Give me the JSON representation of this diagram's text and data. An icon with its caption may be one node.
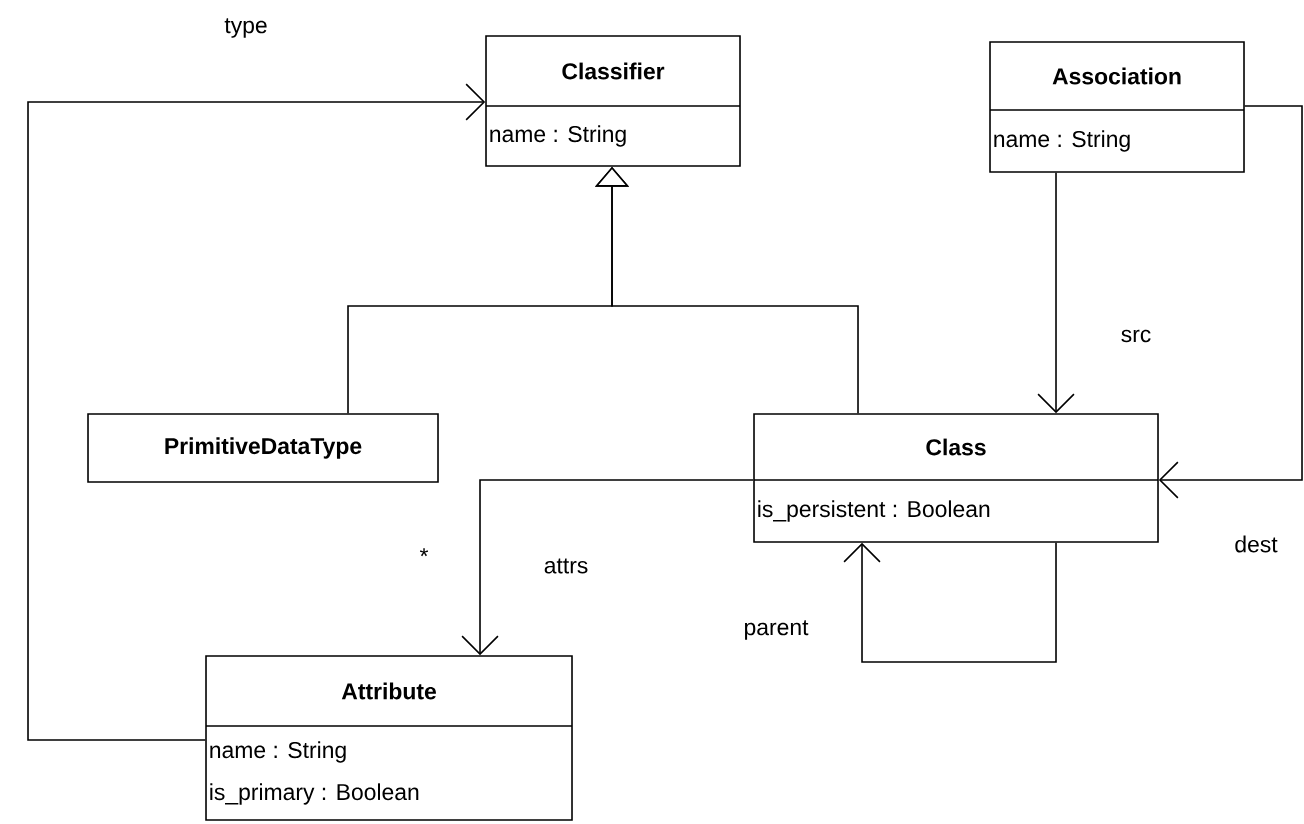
{
  "diagram": {
    "nodes": [
      {
        "text": [
          "Classifier",
          "name : String"
        ]
      },
      {
        "text": [
          "Association",
          "name : String"
        ]
      },
      {
        "text": [
          "PrimitiveDataType"
        ]
      },
      {
        "text": [
          "Class",
          "is_persistent : Boolean"
        ]
      },
      {
        "text": [
          "Attribute",
          "name : String",
          "is_primary : Boolean"
        ]
      }
    ],
    "edges": [
      {
        "from": 4,
        "to": 0,
        "arrow": "to",
        "label": "type"
      },
      {
        "from": 2,
        "to": 0,
        "arrow": "to"
      },
      {
        "from": 3,
        "to": 0,
        "arrow": "to"
      },
      {
        "from": 1,
        "to": 3,
        "arrow": "to",
        "label": "src"
      },
      {
        "from": 1,
        "to": 3,
        "arrow": "to",
        "label": "dest"
      },
      {
        "from": 3,
        "to": 4,
        "arrow": "to",
        "label": "attrs"
      },
      {
        "from": 3,
        "to": 3,
        "arrow": "to",
        "label": "parent"
      }
    ],
    "labels": [
      "*"
    ]
  }
}
